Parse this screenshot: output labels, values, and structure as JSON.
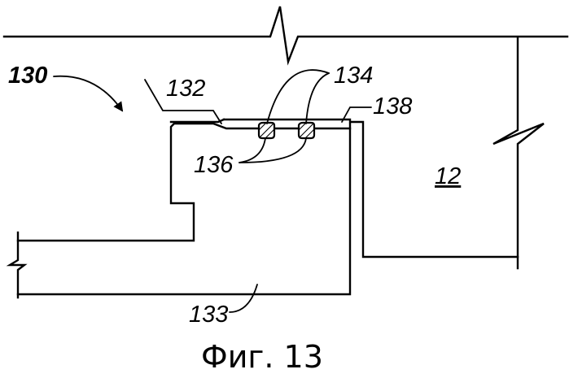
{
  "labels": {
    "assembly": "130",
    "edge_surface": "132",
    "lower_body": "133",
    "seals": "134",
    "seal_grooves": "136",
    "gap": "138",
    "housing": "12"
  },
  "caption": "Фиг. 13"
}
